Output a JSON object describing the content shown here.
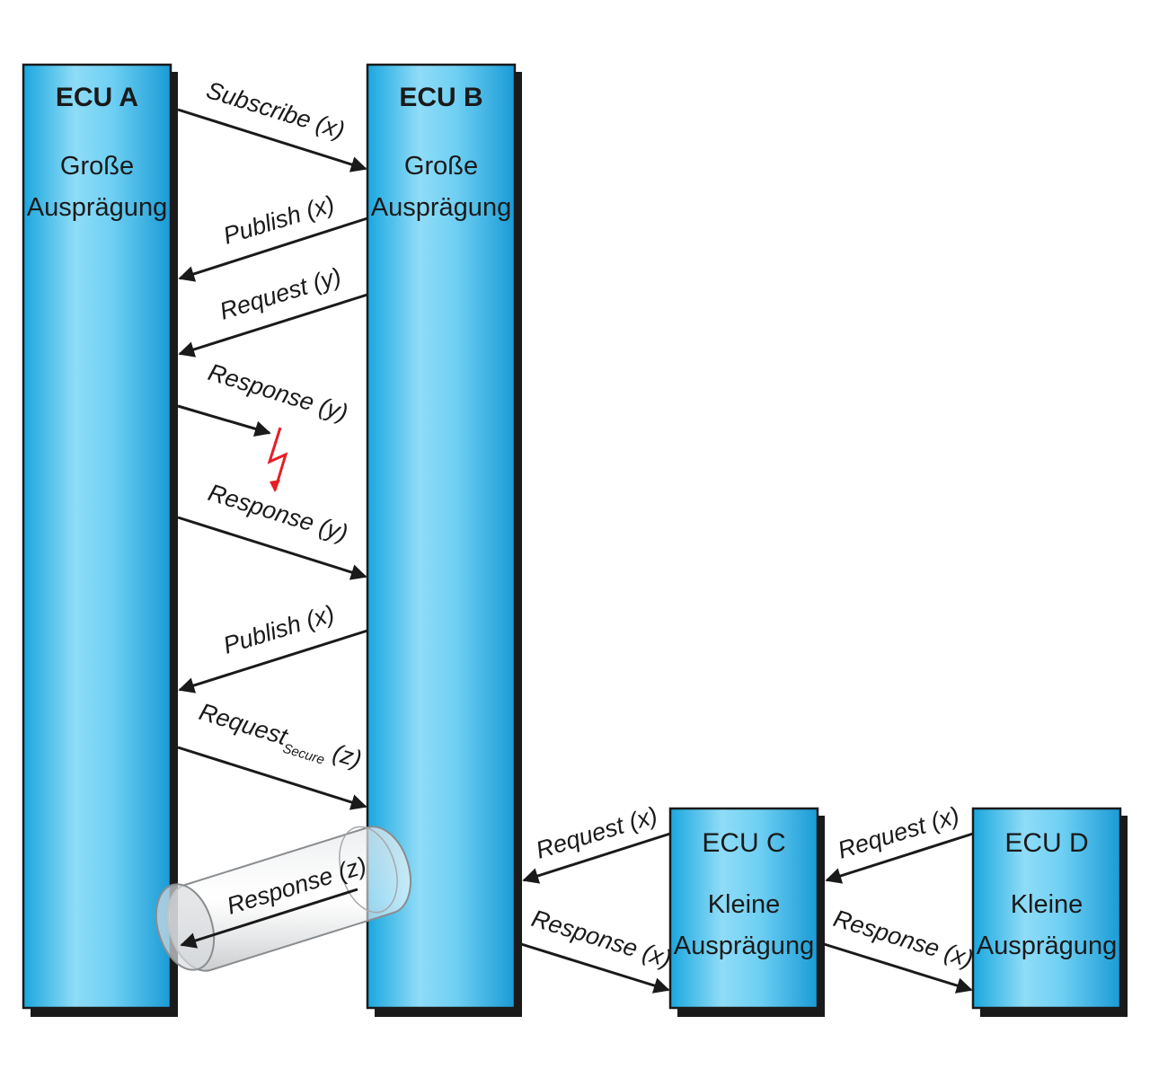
{
  "ecus": {
    "a": {
      "title": "ECU A",
      "line1": "Große",
      "line2": "Ausprägung"
    },
    "b": {
      "title": "ECU B",
      "line1": "Große",
      "line2": "Ausprägung"
    },
    "c": {
      "title": "ECU C",
      "line1": "Kleine",
      "line2": "Ausprägung"
    },
    "d": {
      "title": "ECU D",
      "line1": "Kleine",
      "line2": "Ausprägung"
    }
  },
  "messages": {
    "subscribe_x": "Subscribe (x)",
    "publish_x_1": "Publish (x)",
    "request_y": "Request (y)",
    "response_y_1": "Response (y)",
    "response_y_2": "Response (y)",
    "publish_x_2": "Publish (x)",
    "request_secure_main": "Request",
    "request_secure_sub": "Secure",
    "request_secure_arg": " (z)",
    "response_z": "Response (z)",
    "request_x_cb": "Request (x)",
    "response_x_bc": "Response (x)",
    "request_x_dc": "Request (x)",
    "response_x_cd": "Response (x)"
  },
  "colors": {
    "ecu_fill": "#29b3e6",
    "ecu_highlight": "#8fdcf7",
    "ecu_border": "#1a1a1a",
    "shadow": "#1a1a1a",
    "arrow": "#1a1a1a",
    "fault": "#e61e25",
    "tunnel": "#c9cccf"
  }
}
